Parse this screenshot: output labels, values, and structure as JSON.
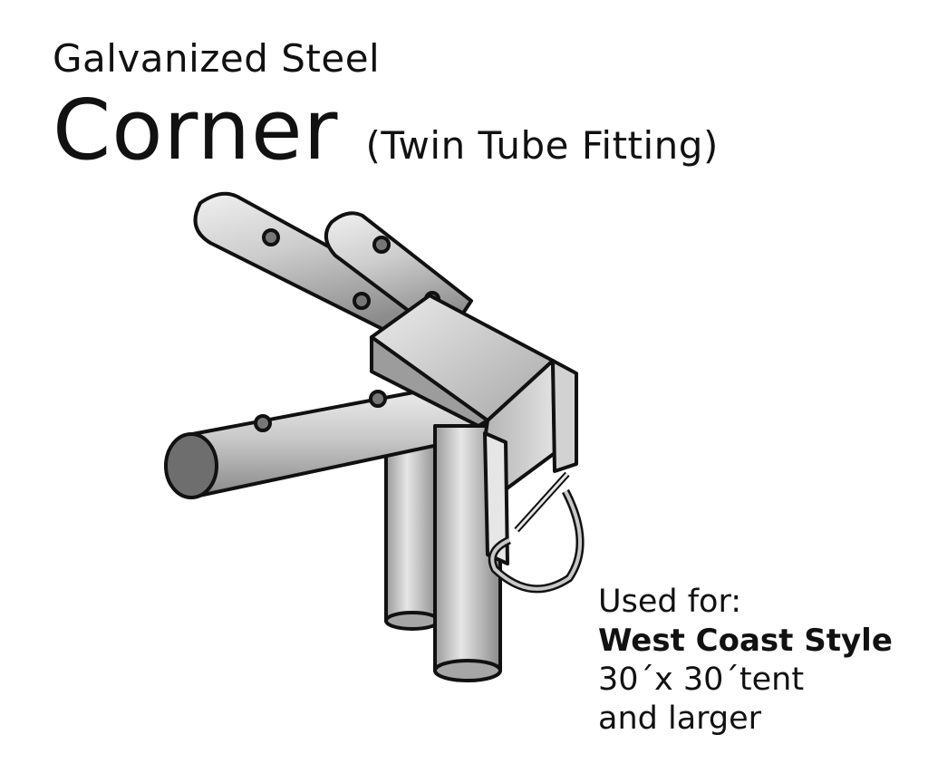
{
  "header": {
    "subtitle": "Galvanized Steel",
    "title": "Corner",
    "title_note": "(Twin Tube Fitting)"
  },
  "usage": {
    "label": "Used for:",
    "style": "West Coast Style",
    "size": "30´x 30´tent",
    "extra": "and larger"
  },
  "illustration": {
    "subject": "twin-tube-corner-fitting",
    "colors": {
      "outline": "#111111",
      "steel_light": "#e4e4e4",
      "steel_dark": "#8f8f8f",
      "tube_end": "#6e6e6e"
    }
  }
}
